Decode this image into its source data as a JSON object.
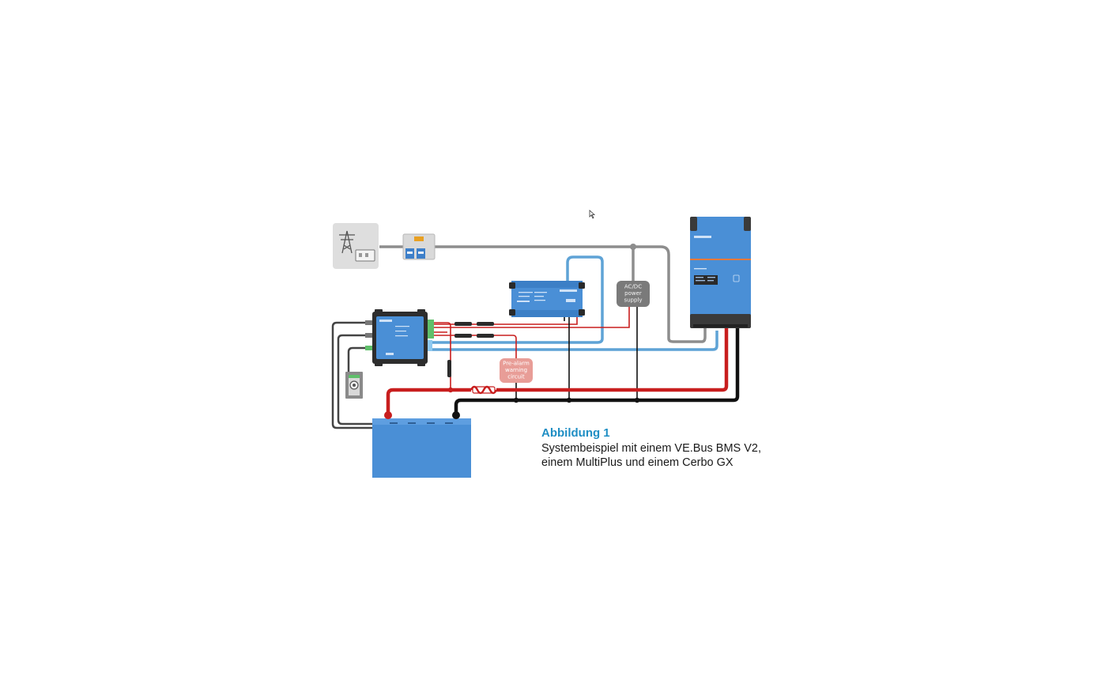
{
  "labels": {
    "acdc_line1": "AC/DC",
    "acdc_line2": "power",
    "acdc_line3": "supply",
    "prealarm_line1": "Pre-alarm",
    "prealarm_line2": "warning",
    "prealarm_line3": "circuit"
  },
  "caption": {
    "title": "Abbildung 1",
    "line1": "Systembeispiel mit einem VE.Bus BMS V2,",
    "line2": "einem MultiPlus und einem Cerbo GX"
  },
  "colors": {
    "victron_blue": "#4a8fd6",
    "dark_blue": "#2f6fb8",
    "wire_red": "#c81e1e",
    "wire_black": "#111111",
    "wire_grey": "#8a8a8a",
    "wire_blue": "#5fa3d6",
    "caption_title": "#1f8ec4"
  }
}
